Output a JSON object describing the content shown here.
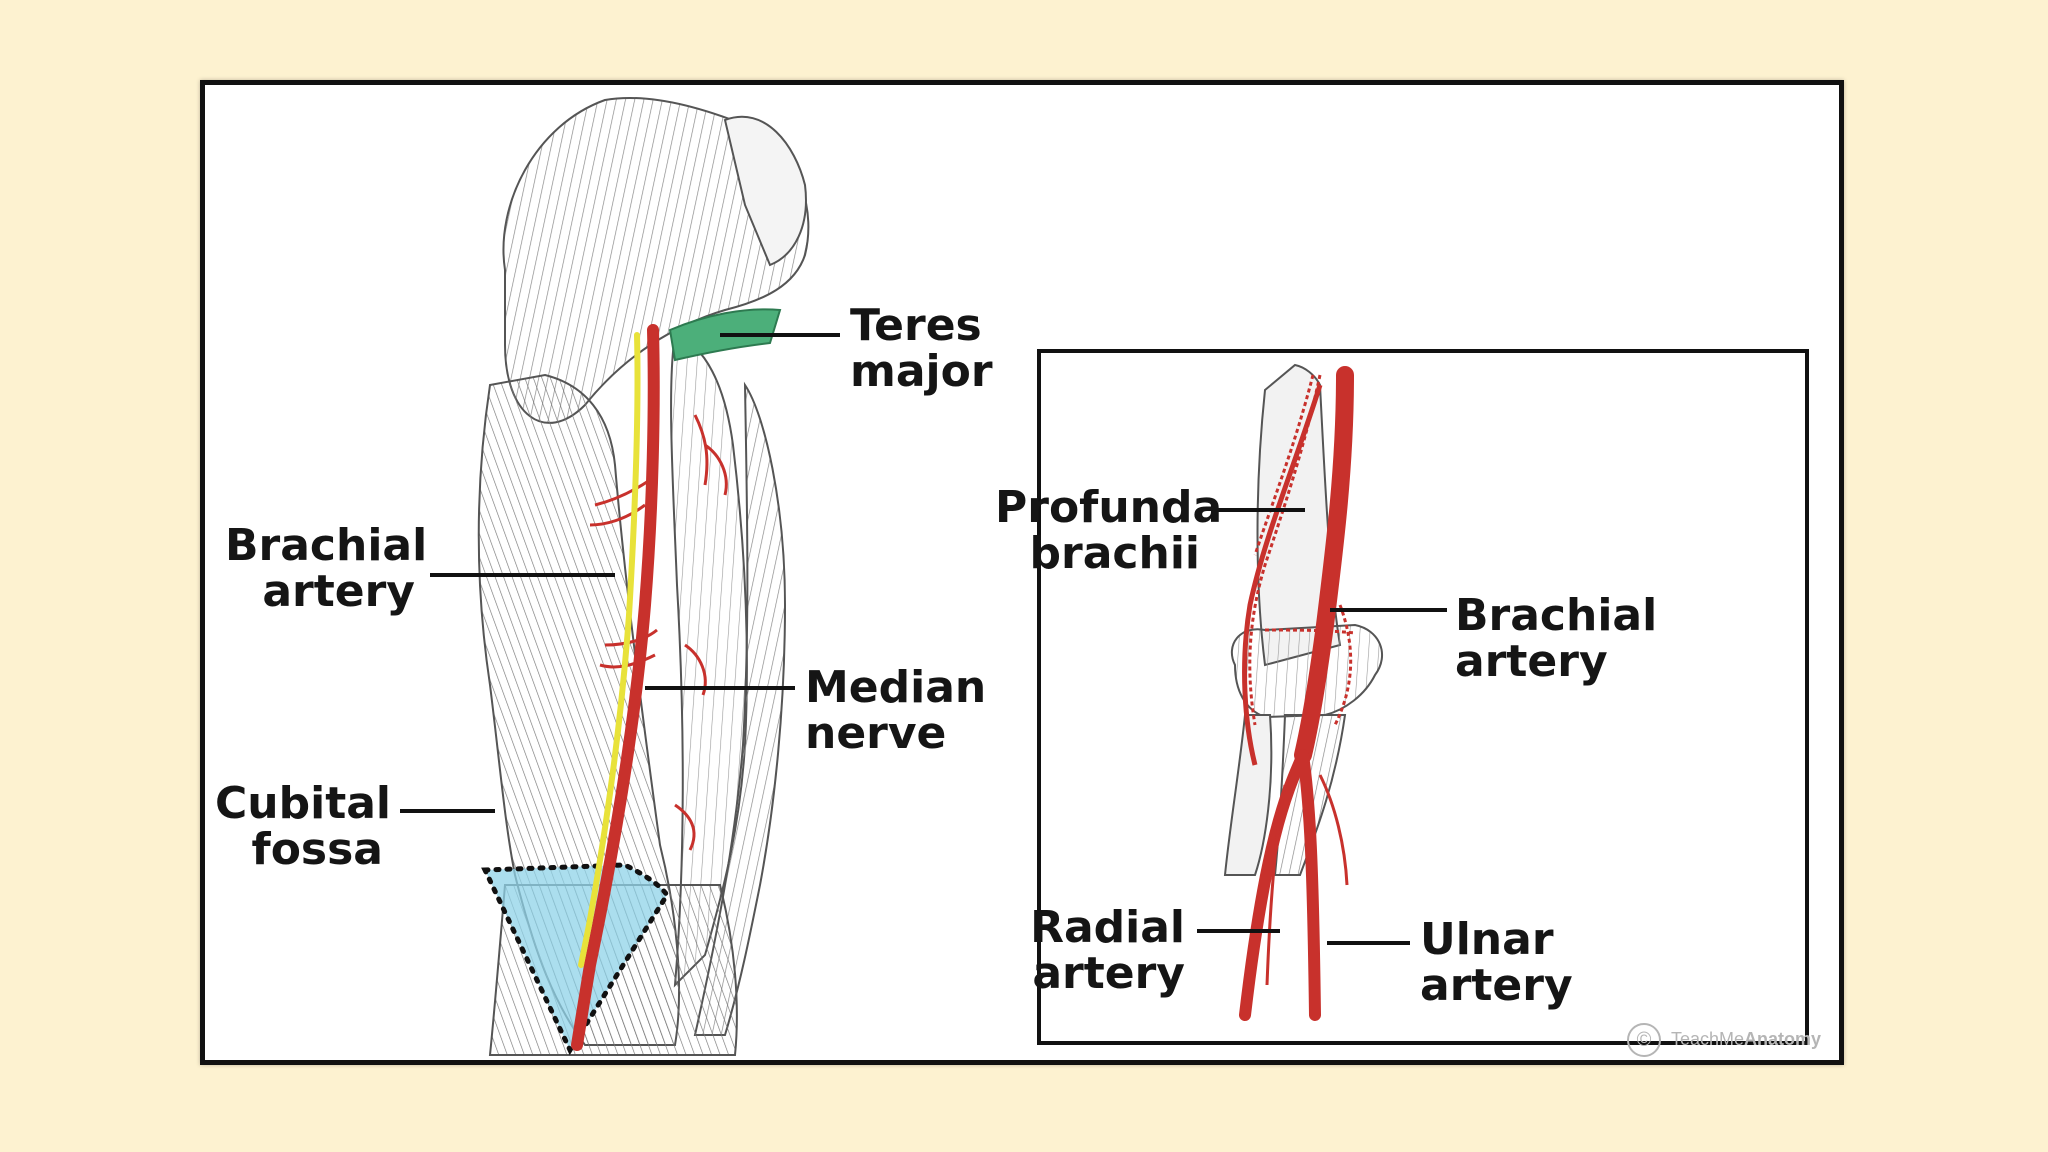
{
  "labels": {
    "teres_major": [
      "Teres",
      "major"
    ],
    "brachial_artery_left": [
      "Brachial",
      "artery"
    ],
    "median_nerve": [
      "Median",
      "nerve"
    ],
    "cubital_fossa": [
      "Cubital",
      "fossa"
    ],
    "profunda_brachii": [
      "Profunda",
      "brachii"
    ],
    "brachial_artery_right": [
      "Brachial",
      "artery"
    ],
    "radial_artery": [
      "Radial",
      "artery"
    ],
    "ulnar_artery": [
      "Ulnar",
      "artery"
    ]
  },
  "watermark": {
    "prefix": "TeachMe",
    "suffix": "Anatomy"
  },
  "colors": {
    "background": "#fdf2d0",
    "artery": "#c8312c",
    "nerve": "#e8e23a",
    "teres_major": "#4caf7a",
    "cubital_fossa": "#8fd3e8",
    "muscle_line": "#6e6e6e"
  }
}
